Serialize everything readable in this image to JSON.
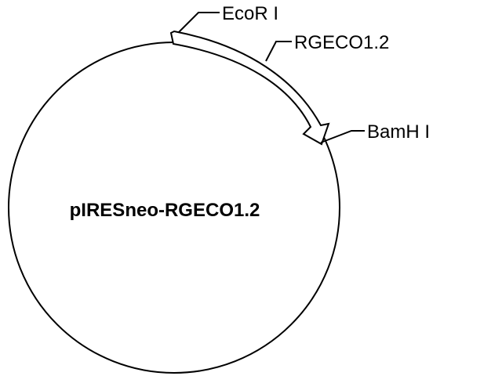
{
  "plasmid": {
    "name": "pIRESneo-RGECO1.2"
  },
  "features": {
    "site_1": "EcoR I",
    "insert": "RGECO1.2",
    "site_2": "BamH I"
  },
  "colors": {
    "line": "#000000",
    "background": "#ffffff"
  }
}
